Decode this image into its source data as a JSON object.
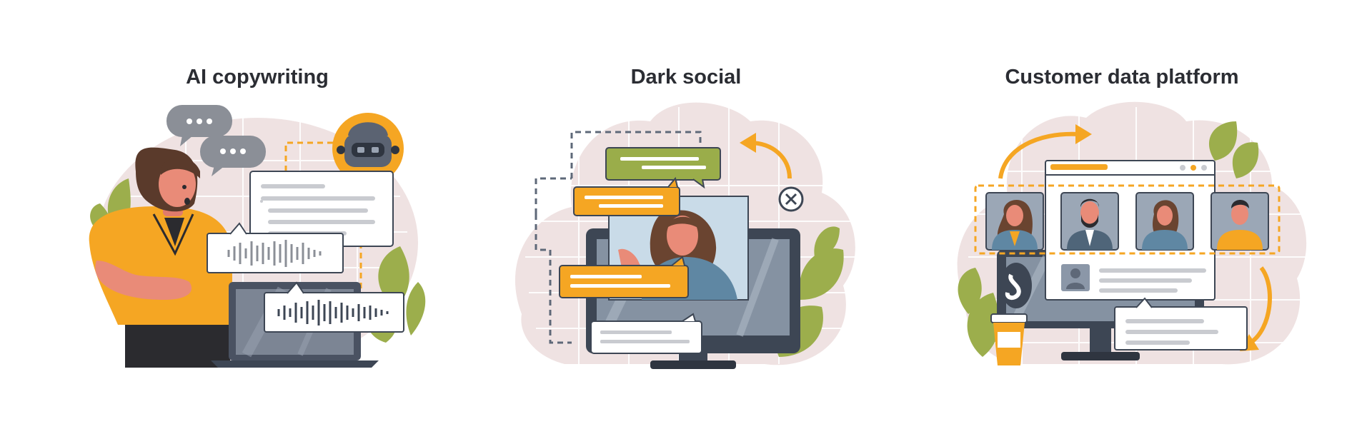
{
  "panels": [
    {
      "title": "AI copywriting",
      "icons": [
        "woman-icon",
        "robot-icon",
        "speech-bubble-icon",
        "sound-wave-icon",
        "laptop-icon",
        "plant-icon"
      ]
    },
    {
      "title": "Dark social",
      "icons": [
        "woman-on-screen-icon",
        "chat-bubble-icon",
        "close-icon",
        "curved-arrow-icon",
        "monitor-icon",
        "plant-icon"
      ]
    },
    {
      "title": "Customer data platform",
      "icons": [
        "browser-window-icon",
        "user-avatar-icon",
        "profile-card-icon",
        "coffee-cup-icon",
        "curved-arrow-icon",
        "plant-icon"
      ]
    }
  ],
  "colors": {
    "accent": "#f5a623",
    "dark": "#3d4654",
    "olive": "#9aad4a",
    "blush": "#efe2e2",
    "gray_bubble": "#8b8f97",
    "plant": "#9cae4c"
  }
}
